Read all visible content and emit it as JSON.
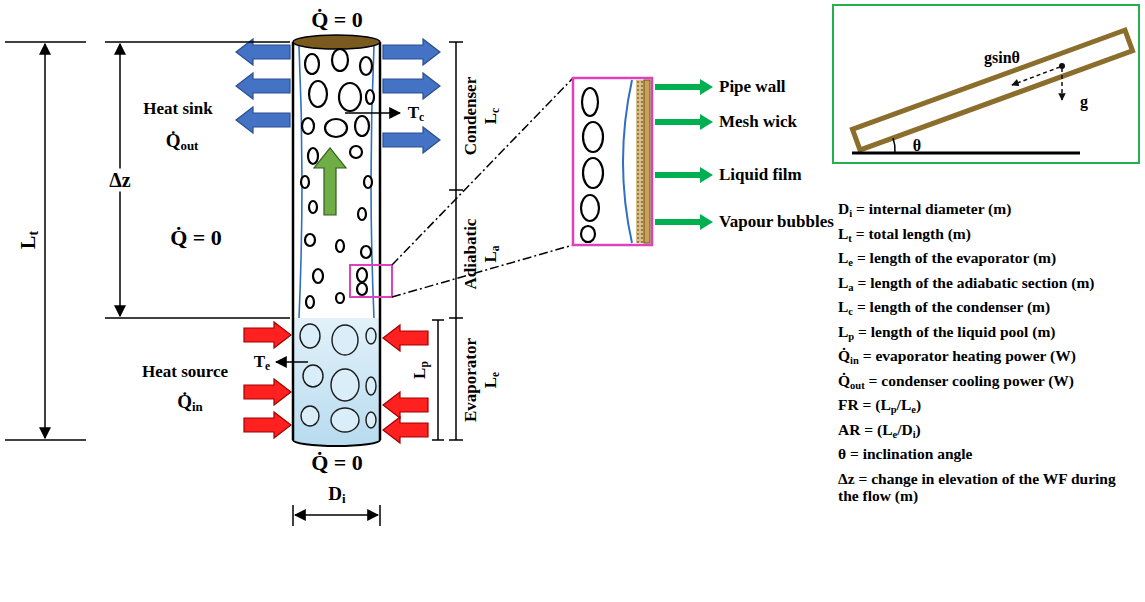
{
  "diagram": {
    "nodes": [
      {
        "text": [
          "gsinθ",
          "g",
          "θ"
        ]
      }
    ],
    "labels": [
      "Q̇ = 0",
      "Heat sink",
      "Q̇out",
      "Tc",
      "Condenser",
      "Lc",
      "Q̇ = 0",
      "Adiabatic",
      "La",
      "Lt",
      "Δz",
      "Heat source",
      "Q̇in",
      "Te",
      "Lp",
      "Evaporator",
      "Le",
      "Q̇ = 0",
      "Di",
      "Pipe wall",
      "Mesh wick",
      "Liquid film",
      "Vapour bubbles",
      "Di = internal diameter (m)",
      "Lt = total length (m)",
      "Le = length of the evaporator (m)",
      "La = length of the adiabatic section (m)",
      "Lc = length of the condenser (m)",
      "Lp = length of the liquid pool (m)",
      "Q̇in = evaporator heating power (W)",
      "Q̇out = condenser cooling power (W)",
      "FR = (Lp/Le)",
      "AR = (Le/Di)",
      "θ = inclination angle",
      "Δz = change in elevation of the WF during the flow (m)"
    ]
  }
}
